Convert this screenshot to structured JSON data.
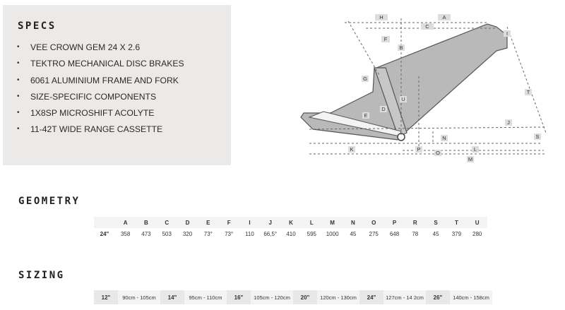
{
  "specs": {
    "title": "SPECS",
    "items": [
      "VEE CROWN GEM 24 X 2.6",
      "TEKTRO MECHANICAL DISC BRAKES",
      "6061 ALUMINIUM FRAME AND FORK",
      "SIZE-SPECIFIC COMPONENTS",
      "1X8SP MICROSHIFT ACOLYTE",
      "11-42T WIDE RANGE CASSETTE"
    ]
  },
  "diagram": {
    "labels": [
      "H",
      "A",
      "C",
      "I",
      "F",
      "B",
      "G",
      "U",
      "D",
      "E",
      "T",
      "J",
      "N",
      "S",
      "K",
      "P",
      "L",
      "O",
      "M"
    ]
  },
  "geometry": {
    "title": "GEOMETRY",
    "columns": [
      "A",
      "B",
      "C",
      "D",
      "E",
      "F",
      "I",
      "J",
      "K",
      "L",
      "M",
      "N",
      "O",
      "P",
      "R",
      "S",
      "T",
      "U"
    ],
    "row": {
      "size": "24\"",
      "values": [
        "358",
        "473",
        "503",
        "320",
        "73°",
        "73°",
        "110",
        "66,5°",
        "410",
        "595",
        "1000",
        "45",
        "275",
        "648",
        "78",
        "45",
        "379",
        "280"
      ]
    }
  },
  "sizing": {
    "title": "SIZING",
    "items": [
      {
        "size": "12\"",
        "range": "90cm - 105cm"
      },
      {
        "size": "14\"",
        "range": "95cm - 110cm"
      },
      {
        "size": "16\"",
        "range": "105cm - 120cm"
      },
      {
        "size": "20\"",
        "range": "120cm - 130cm"
      },
      {
        "size": "24\"",
        "range": "127cm - 14 2cm"
      },
      {
        "size": "26\"",
        "range": "140cm - 158cm"
      }
    ]
  }
}
